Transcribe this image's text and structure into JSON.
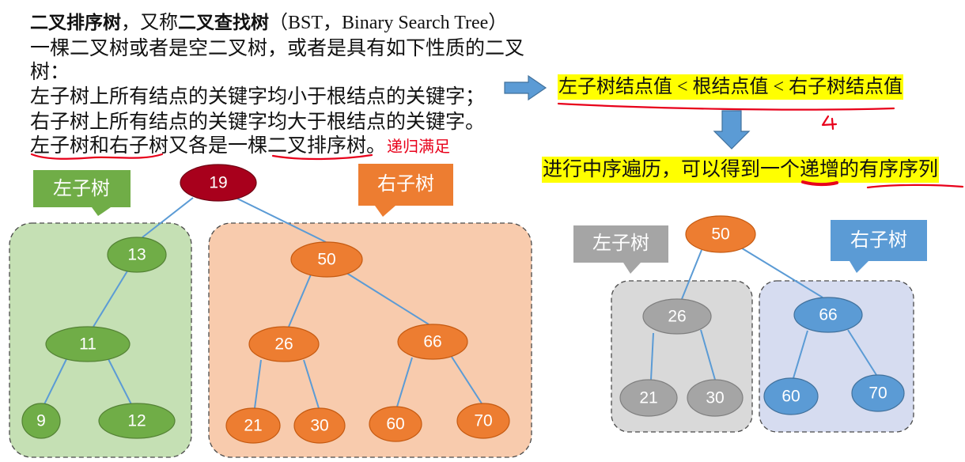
{
  "definition": {
    "title": {
      "term": "二叉排序树",
      "connector": "，又称",
      "alias": "二叉查找树",
      "abbreviation": "（BST，Binary Search Tree）"
    },
    "intro_line1": "一棵二叉树或者是空二叉树，或者是具有如下性质的二叉",
    "intro_line2": "树：",
    "rule_left": "左子树上所有结点的关键字均小于根结点的关键字；",
    "rule_right": "右子树上所有结点的关键字均大于根结点的关键字。",
    "rule_recursive": "左子树和右子树又各是一棵二叉排序树。",
    "recursive_note": "递归满足"
  },
  "property": "左子树结点值 < 根结点值 < 右子树结点值",
  "conclusion": "进行中序遍历，可以得到一个递增的有序序列",
  "main_tree": {
    "left_label": "左子树",
    "right_label": "右子树",
    "root": 19,
    "left_subtree": [
      13,
      11,
      9,
      12
    ],
    "right_subtree": [
      50,
      26,
      66,
      21,
      30,
      60,
      70
    ]
  },
  "sub_tree": {
    "left_label": "左子树",
    "right_label": "右子树",
    "root": 50,
    "left_subtree": [
      26,
      21,
      30
    ],
    "right_subtree": [
      66,
      60,
      70
    ]
  },
  "icons": {
    "property_arrow": "arrow-right-icon",
    "conclusion_arrow": "arrow-down-icon"
  },
  "colors": {
    "highlight": "#ffff00",
    "annotation_red": "#e8001a",
    "root_node": "#a8001c",
    "green": "#70ad47",
    "green_region": "#c5e0b4",
    "orange": "#ed7d31",
    "orange_region": "#f8cbad",
    "gray": "#a5a5a5",
    "gray_region": "#d9d9d9",
    "blue": "#5b9bd5",
    "blue_region": "#d6dcf0",
    "edge": "#5b9bd5"
  }
}
